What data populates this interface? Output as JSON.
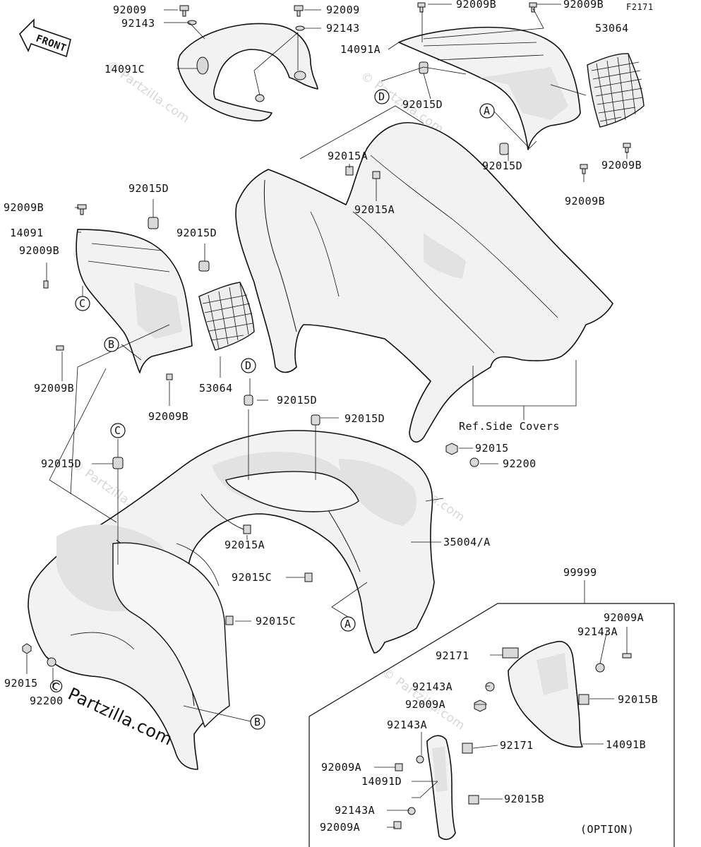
{
  "diagram_code": "F2171",
  "front_label": "FRONT",
  "ref_side_covers": "Ref.Side Covers",
  "option_label": "(OPTION)",
  "option_kit": "99999",
  "watermark_small": "© Partzilla.com",
  "watermark_main": "© Partzilla.com",
  "labels": {
    "l1": "92009",
    "l2": "92143",
    "l3": "14091C",
    "l4": "92009",
    "l5": "92143",
    "l6": "92009B",
    "l7": "92009B",
    "l8": "14091A",
    "l9": "53064",
    "l10": "92015D",
    "l11": "92015A",
    "l12": "92015A",
    "l13": "92015D",
    "l14": "92009B",
    "l15": "92009B",
    "l16": "92015D",
    "l17": "92009B",
    "l18": "14091",
    "l19": "92009B",
    "l20": "92015D",
    "l21": "92009B",
    "l22": "53064",
    "l23": "92009B",
    "l24": "92015D",
    "l25": "92015D",
    "l26": "92015D",
    "l27": "92015",
    "l28": "92200",
    "l29": "35004/A",
    "l30": "92015A",
    "l31": "92015C",
    "l32": "92015C",
    "l33": "92015",
    "l34": "92200",
    "l35": "92009A",
    "l36": "92143A",
    "l37": "92171",
    "l38": "92143A",
    "l39": "92009A",
    "l40": "92015B",
    "l41": "92143A",
    "l42": "92171",
    "l43": "14091B",
    "l44": "92009A",
    "l45": "14091D",
    "l46": "92015B",
    "l47": "92143A",
    "l48": "92009A"
  },
  "callouts": {
    "c_a1": "A",
    "c_a2": "A",
    "c_b1": "B",
    "c_b2": "B",
    "c_c1": "C",
    "c_c2": "C",
    "c_d1": "D",
    "c_d2": "D"
  }
}
